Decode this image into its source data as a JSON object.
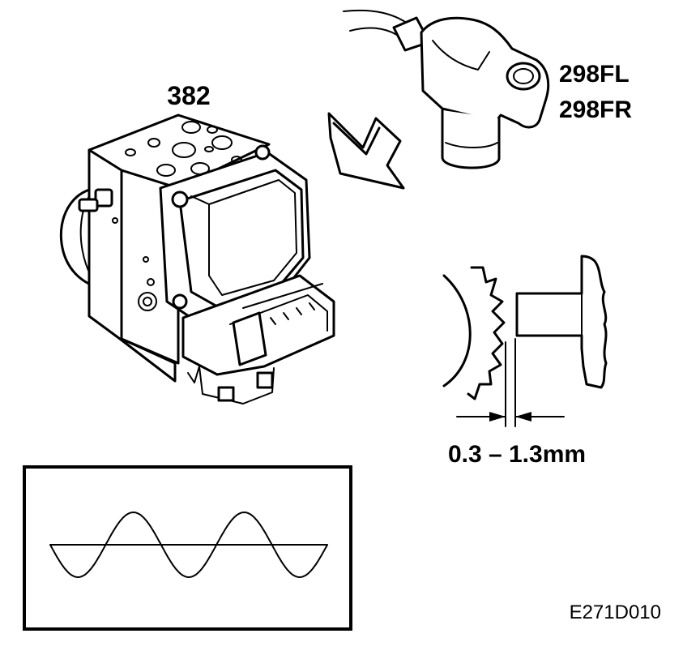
{
  "figure": {
    "module_label": "382",
    "sensor_labels": [
      "298FL",
      "298FR"
    ],
    "gap_label": "0.3 – 1.3mm",
    "figure_code": "E271D010"
  },
  "icons": {
    "module": "abs-hydraulic-modulator-icon",
    "sensor": "wheel-speed-sensor-icon",
    "arrow": "direction-arrow-icon",
    "tone_ring": "toothed-tone-ring-icon",
    "signal": "sine-wave-signal-icon"
  },
  "colors": {
    "ink": "#000000",
    "paper": "#ffffff"
  }
}
